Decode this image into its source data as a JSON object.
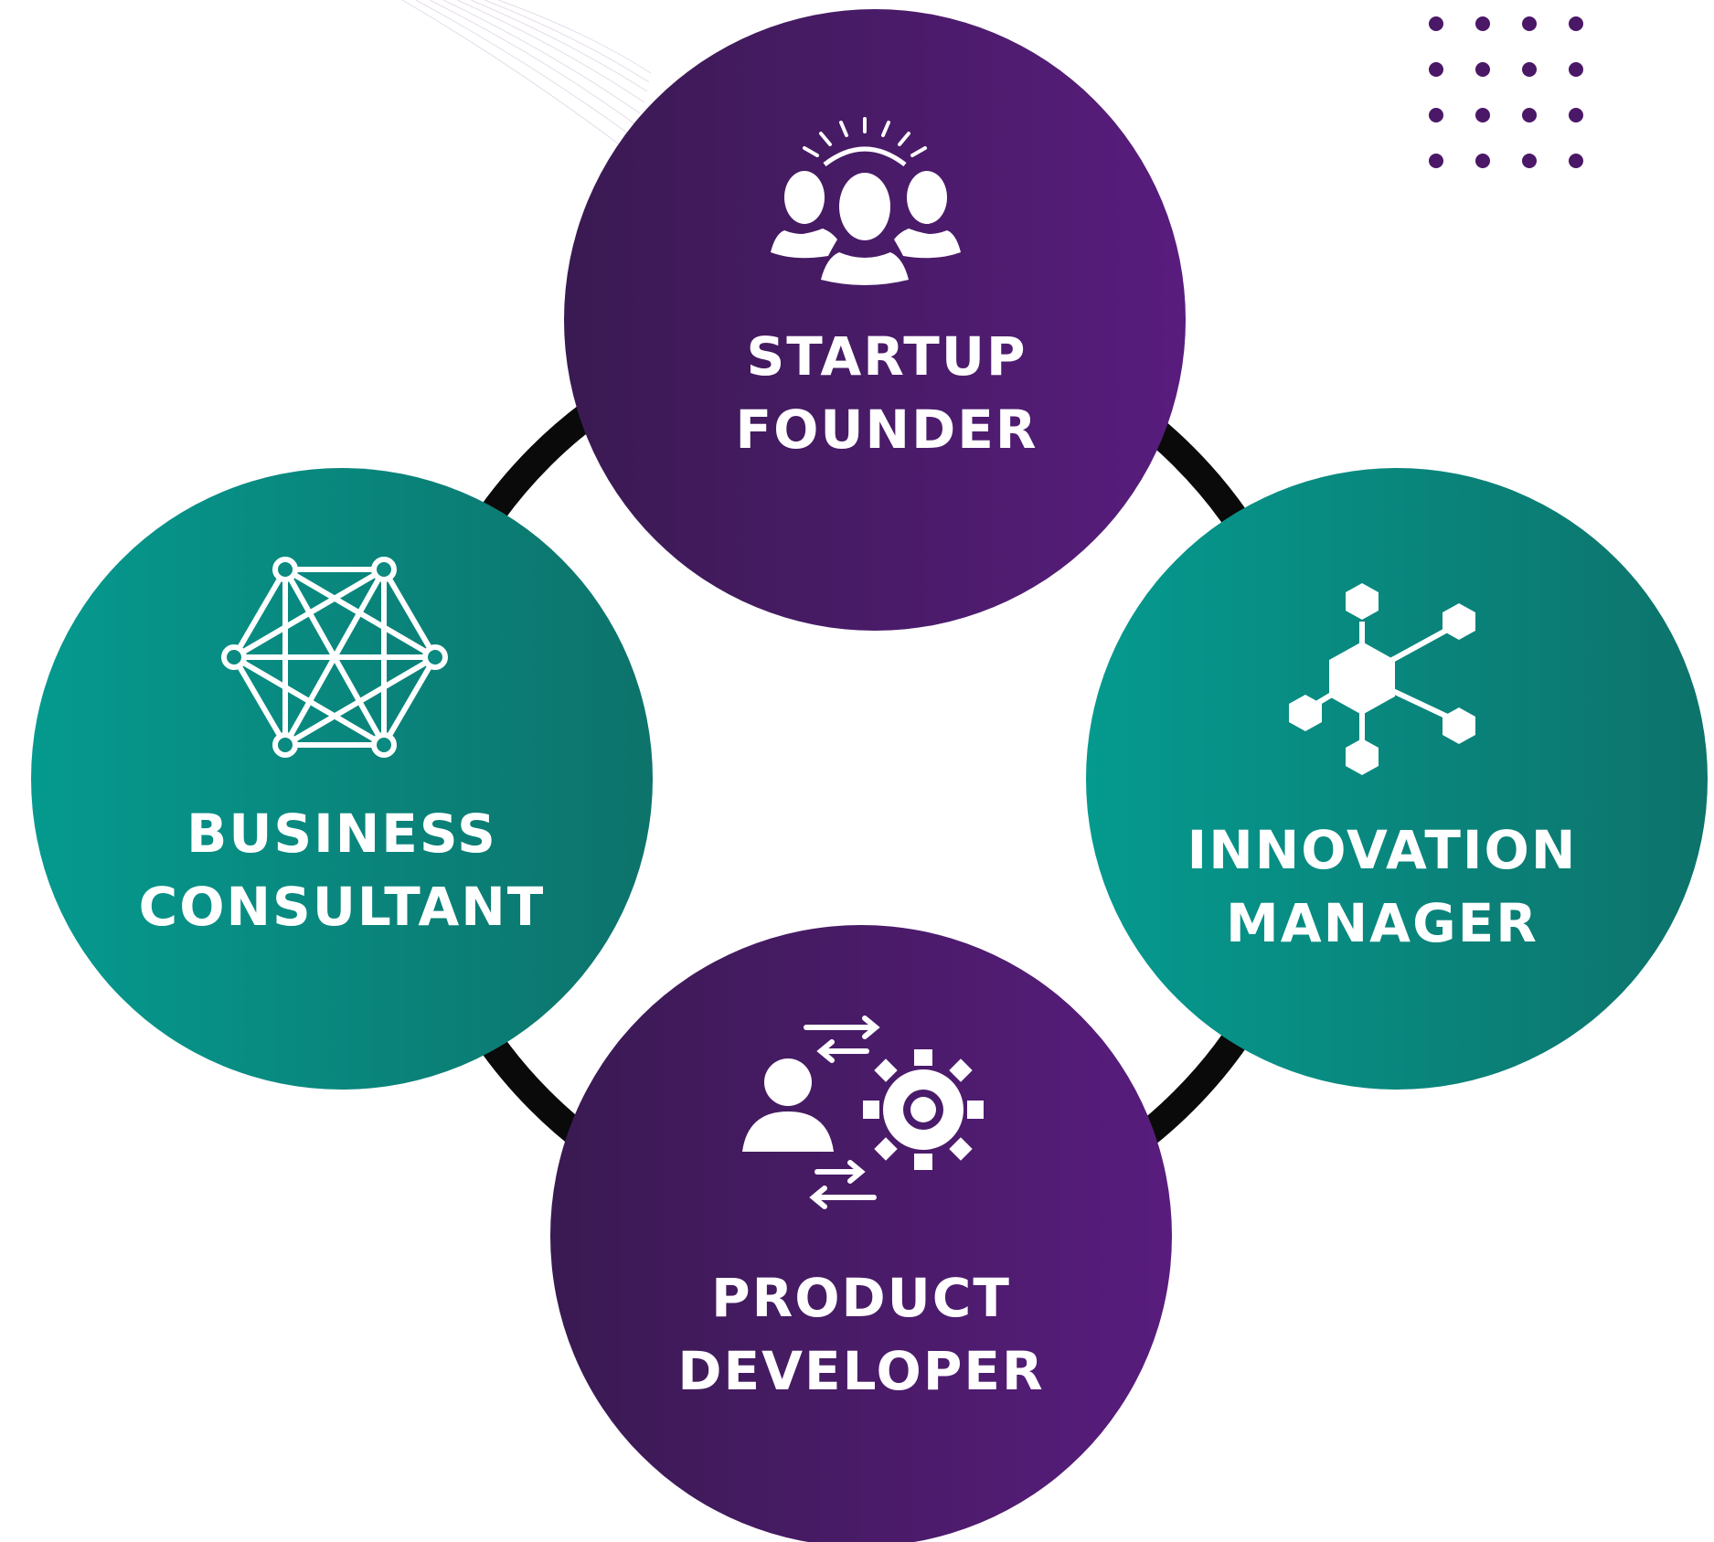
{
  "diagram": {
    "colors": {
      "purple_start": "#3a1a52",
      "purple_end": "#581c7d",
      "teal_start": "#059a8f",
      "teal_end": "#0d736b",
      "ring": "#0a0a0a",
      "dots": "#4b1767",
      "icon": "#ffffff",
      "text": "#ffffff"
    },
    "nodes": {
      "top": {
        "icon": "people-idea-icon",
        "line1": "STARTUP",
        "line2": "FOUNDER"
      },
      "left": {
        "icon": "network-icon",
        "line1": "BUSINESS",
        "line2": "CONSULTANT"
      },
      "right": {
        "icon": "molecule-hub-icon",
        "line1": "INNOVATION",
        "line2": "MANAGER"
      },
      "bottom": {
        "icon": "person-gear-exchange-icon",
        "line1": "PRODUCT",
        "line2": "DEVELOPER"
      }
    }
  }
}
